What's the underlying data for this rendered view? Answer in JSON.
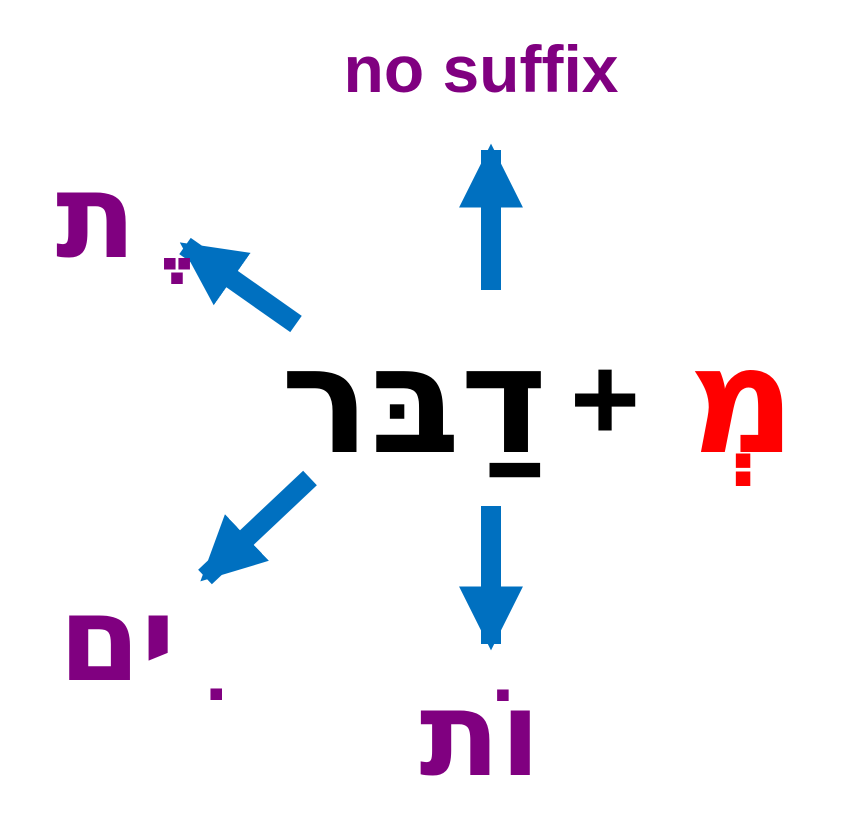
{
  "diagram": {
    "center_word": "דַבּר",
    "plus": "+",
    "prefix": "מְ",
    "suffixes": {
      "top": "no suffix",
      "upper_left": "ֶת",
      "lower_left": "ִים",
      "bottom": "וֹת"
    },
    "colors": {
      "center": "#000000",
      "prefix": "#ff0000",
      "suffix": "#800080",
      "arrow": "#0070c0"
    }
  }
}
